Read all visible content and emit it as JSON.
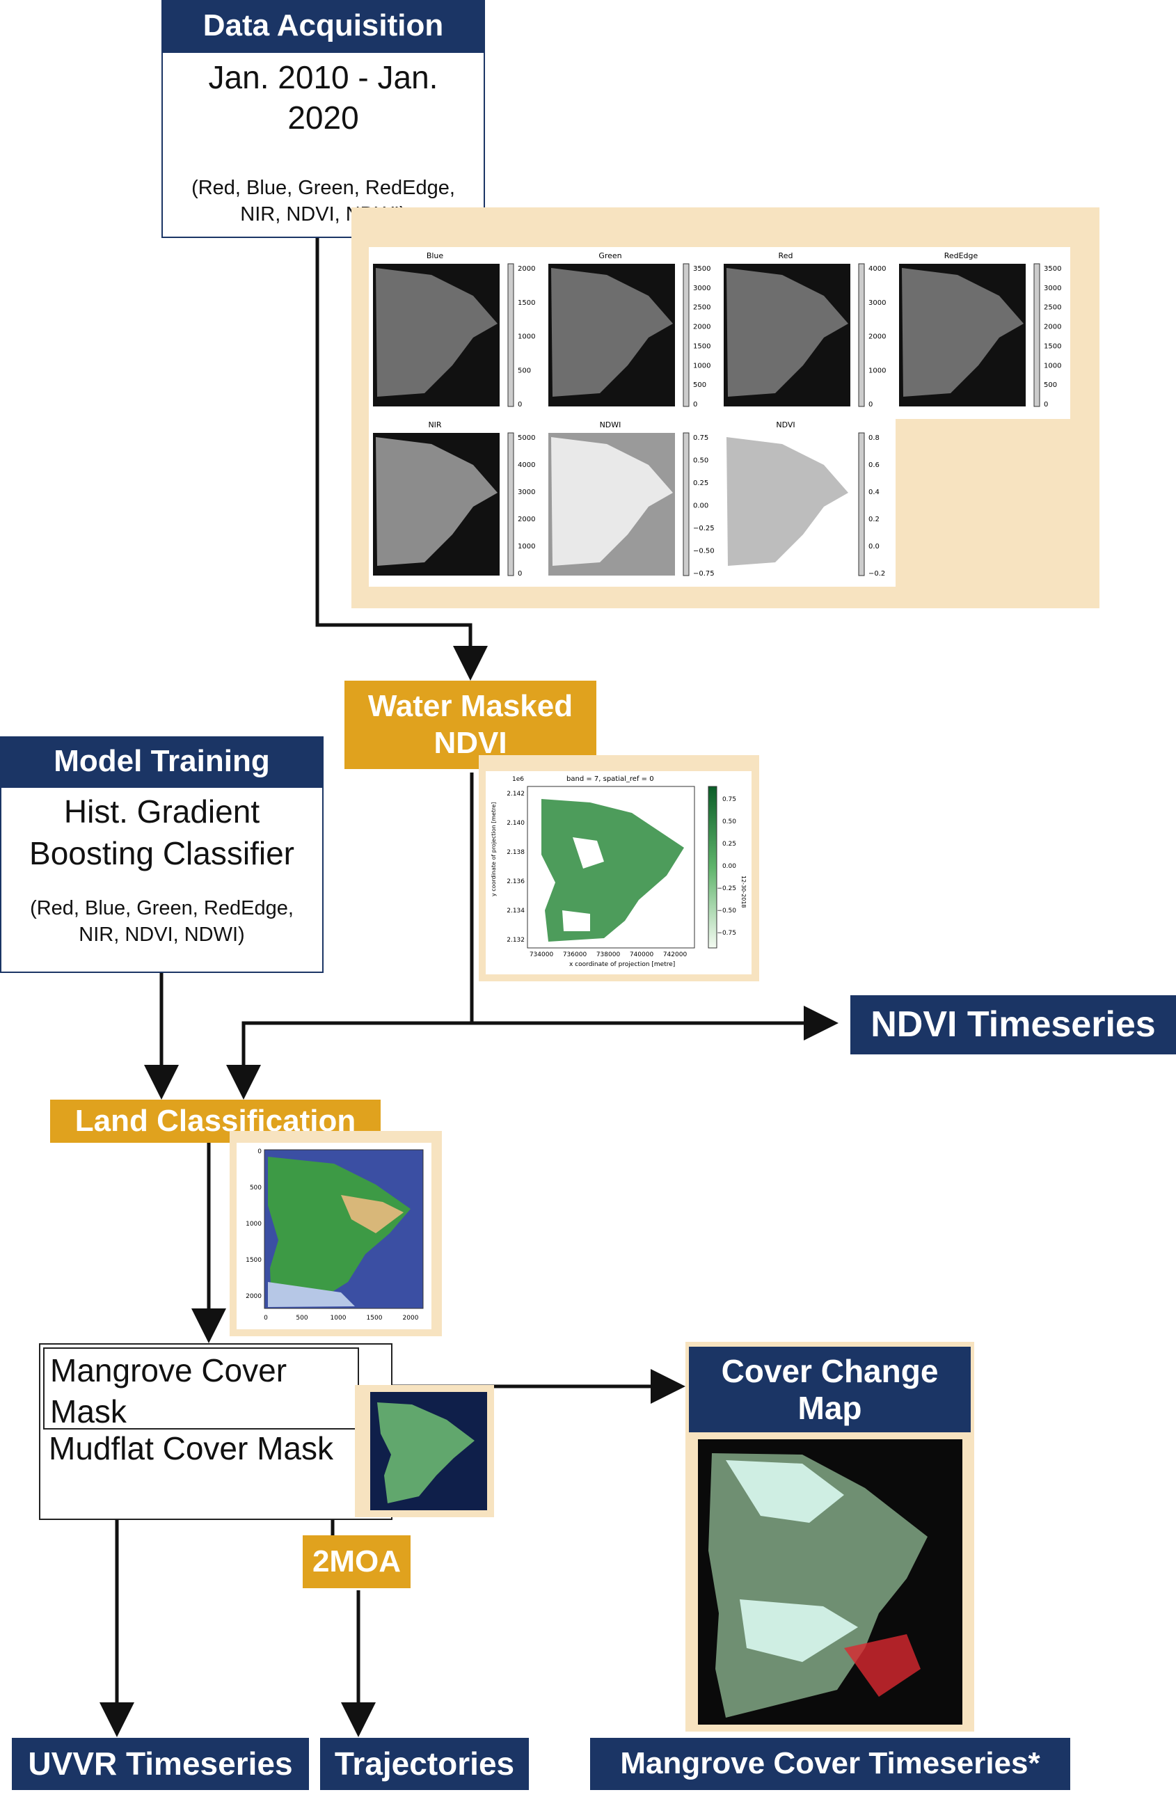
{
  "colors": {
    "navy": "#1b3565",
    "orange": "#e0a21e",
    "beige": "#f7e3c0",
    "arrow": "#111111"
  },
  "data_acquisition": {
    "title": "Data Acquisition",
    "date_range": "Jan. 2010 - Jan. 2020",
    "bands": "(Red, Blue, Green, RedEdge, NIR, NDVI, NDWI)"
  },
  "band_panels": {
    "row1": [
      {
        "label": "Blue",
        "ticks": [
          "2000",
          "1500",
          "1000",
          "500",
          "0"
        ]
      },
      {
        "label": "Green",
        "ticks": [
          "3500",
          "3000",
          "2500",
          "2000",
          "1500",
          "1000",
          "500",
          "0"
        ]
      },
      {
        "label": "Red",
        "ticks": [
          "4000",
          "3000",
          "2000",
          "1000",
          "0"
        ]
      },
      {
        "label": "RedEdge",
        "ticks": [
          "3500",
          "3000",
          "2500",
          "2000",
          "1500",
          "1000",
          "500",
          "0"
        ]
      }
    ],
    "row2": [
      {
        "label": "NIR",
        "ticks": [
          "5000",
          "4000",
          "3000",
          "2000",
          "1000",
          "0"
        ]
      },
      {
        "label": "NDWI",
        "ticks": [
          "0.75",
          "0.50",
          "0.25",
          "0.00",
          "−0.25",
          "−0.50",
          "−0.75"
        ]
      },
      {
        "label": "NDVI",
        "ticks": [
          "0.8",
          "0.6",
          "0.4",
          "0.2",
          "0.0",
          "−0.2"
        ]
      }
    ]
  },
  "water_masked": {
    "title": "Water Masked NDVI",
    "plot": {
      "title": "band = 7, spatial_ref = 0",
      "yexp": "1e6",
      "yticks": [
        "2.142",
        "2.140",
        "2.138",
        "2.136",
        "2.134",
        "2.132"
      ],
      "xticks": [
        "734000",
        "736000",
        "738000",
        "740000",
        "742000"
      ],
      "ylabel": "y coordinate of projection [metre]",
      "xlabel": "x coordinate of projection [metre]",
      "cbar_ticks": [
        "0.75",
        "0.50",
        "0.25",
        "0.00",
        "−0.25",
        "−0.50",
        "−0.75"
      ],
      "cbar_label": "12-30-2018"
    }
  },
  "model_training": {
    "title": "Model Training",
    "classifier": "Hist. Gradient Boosting Classifier",
    "bands": "(Red, Blue, Green, RedEdge, NIR, NDVI, NDWI)"
  },
  "ndvi_timeseries": {
    "label": "NDVI Timeseries"
  },
  "land_classification": {
    "title": "Land Classification",
    "yticks": [
      "0",
      "500",
      "1000",
      "1500",
      "2000"
    ],
    "xticks": [
      "0",
      "500",
      "1000",
      "1500",
      "2000"
    ]
  },
  "masks": {
    "mangrove": "Mangrove Cover Mask",
    "mudflat": "Mudflat Cover Mask"
  },
  "two_moa": {
    "label": "2MOA"
  },
  "cover_change": {
    "title": "Cover Change Map"
  },
  "outputs": {
    "uvvr": "UVVR Timeseries",
    "trajectories": "Trajectories",
    "mangrove_timeseries": "Mangrove Cover Timeseries*"
  }
}
